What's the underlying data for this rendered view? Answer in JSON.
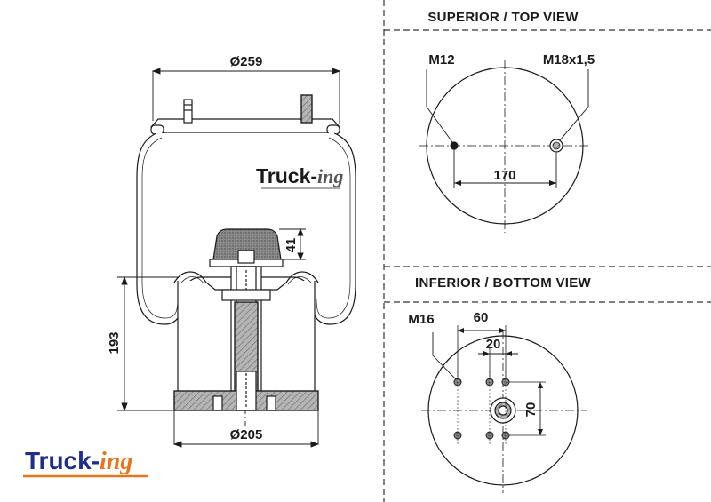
{
  "views": {
    "top_title": "SUPERIOR / TOP VIEW",
    "bottom_title": "INFERIOR / BOTTOM VIEW"
  },
  "side": {
    "dim_top_diameter": "Ø259",
    "dim_bottom_diameter": "Ø205",
    "dim_height": "193",
    "dim_piston": "41",
    "watermark_part1": "Truck-",
    "watermark_part2": "ing"
  },
  "top_view": {
    "bolt_left": "M12",
    "bolt_right": "M18x1,5",
    "spacing": "170"
  },
  "bottom_view": {
    "bolt": "M16",
    "dim_60": "60",
    "dim_20": "20",
    "dim_70": "70"
  },
  "logo": {
    "part1": "Truck-",
    "part2": "ing"
  },
  "colors": {
    "line": "#1a1a1a",
    "logo_blue": "#1f2f8a",
    "logo_orange": "#e8741d",
    "fill_gray": "#9a9a9a"
  }
}
